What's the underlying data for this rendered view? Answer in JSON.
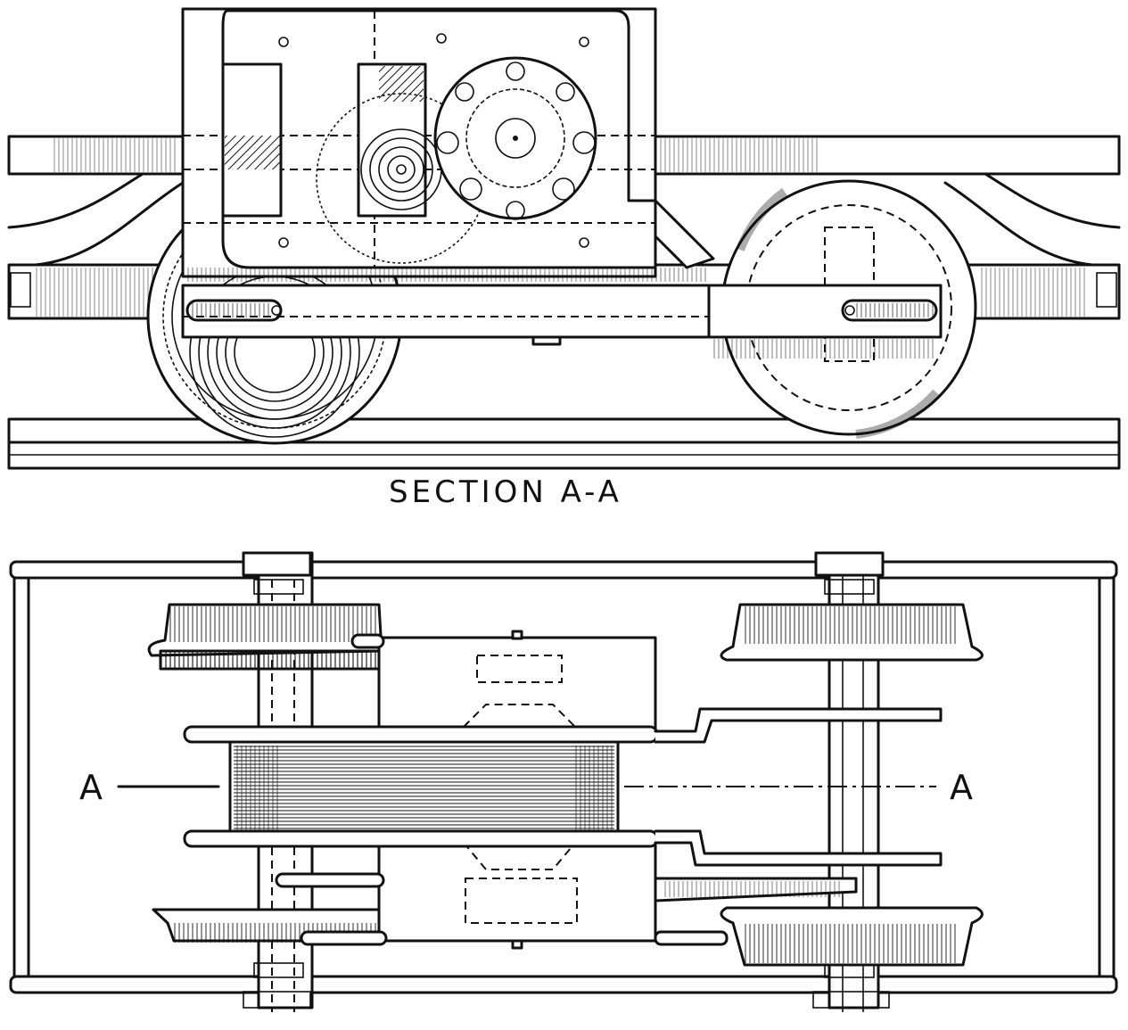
{
  "figure": {
    "section_caption": "SECTION A-A",
    "plan_view": {
      "cut_label_left": "A",
      "cut_label_right": "A"
    }
  },
  "colors": {
    "ink": "#111111",
    "paper": "#ffffff"
  }
}
